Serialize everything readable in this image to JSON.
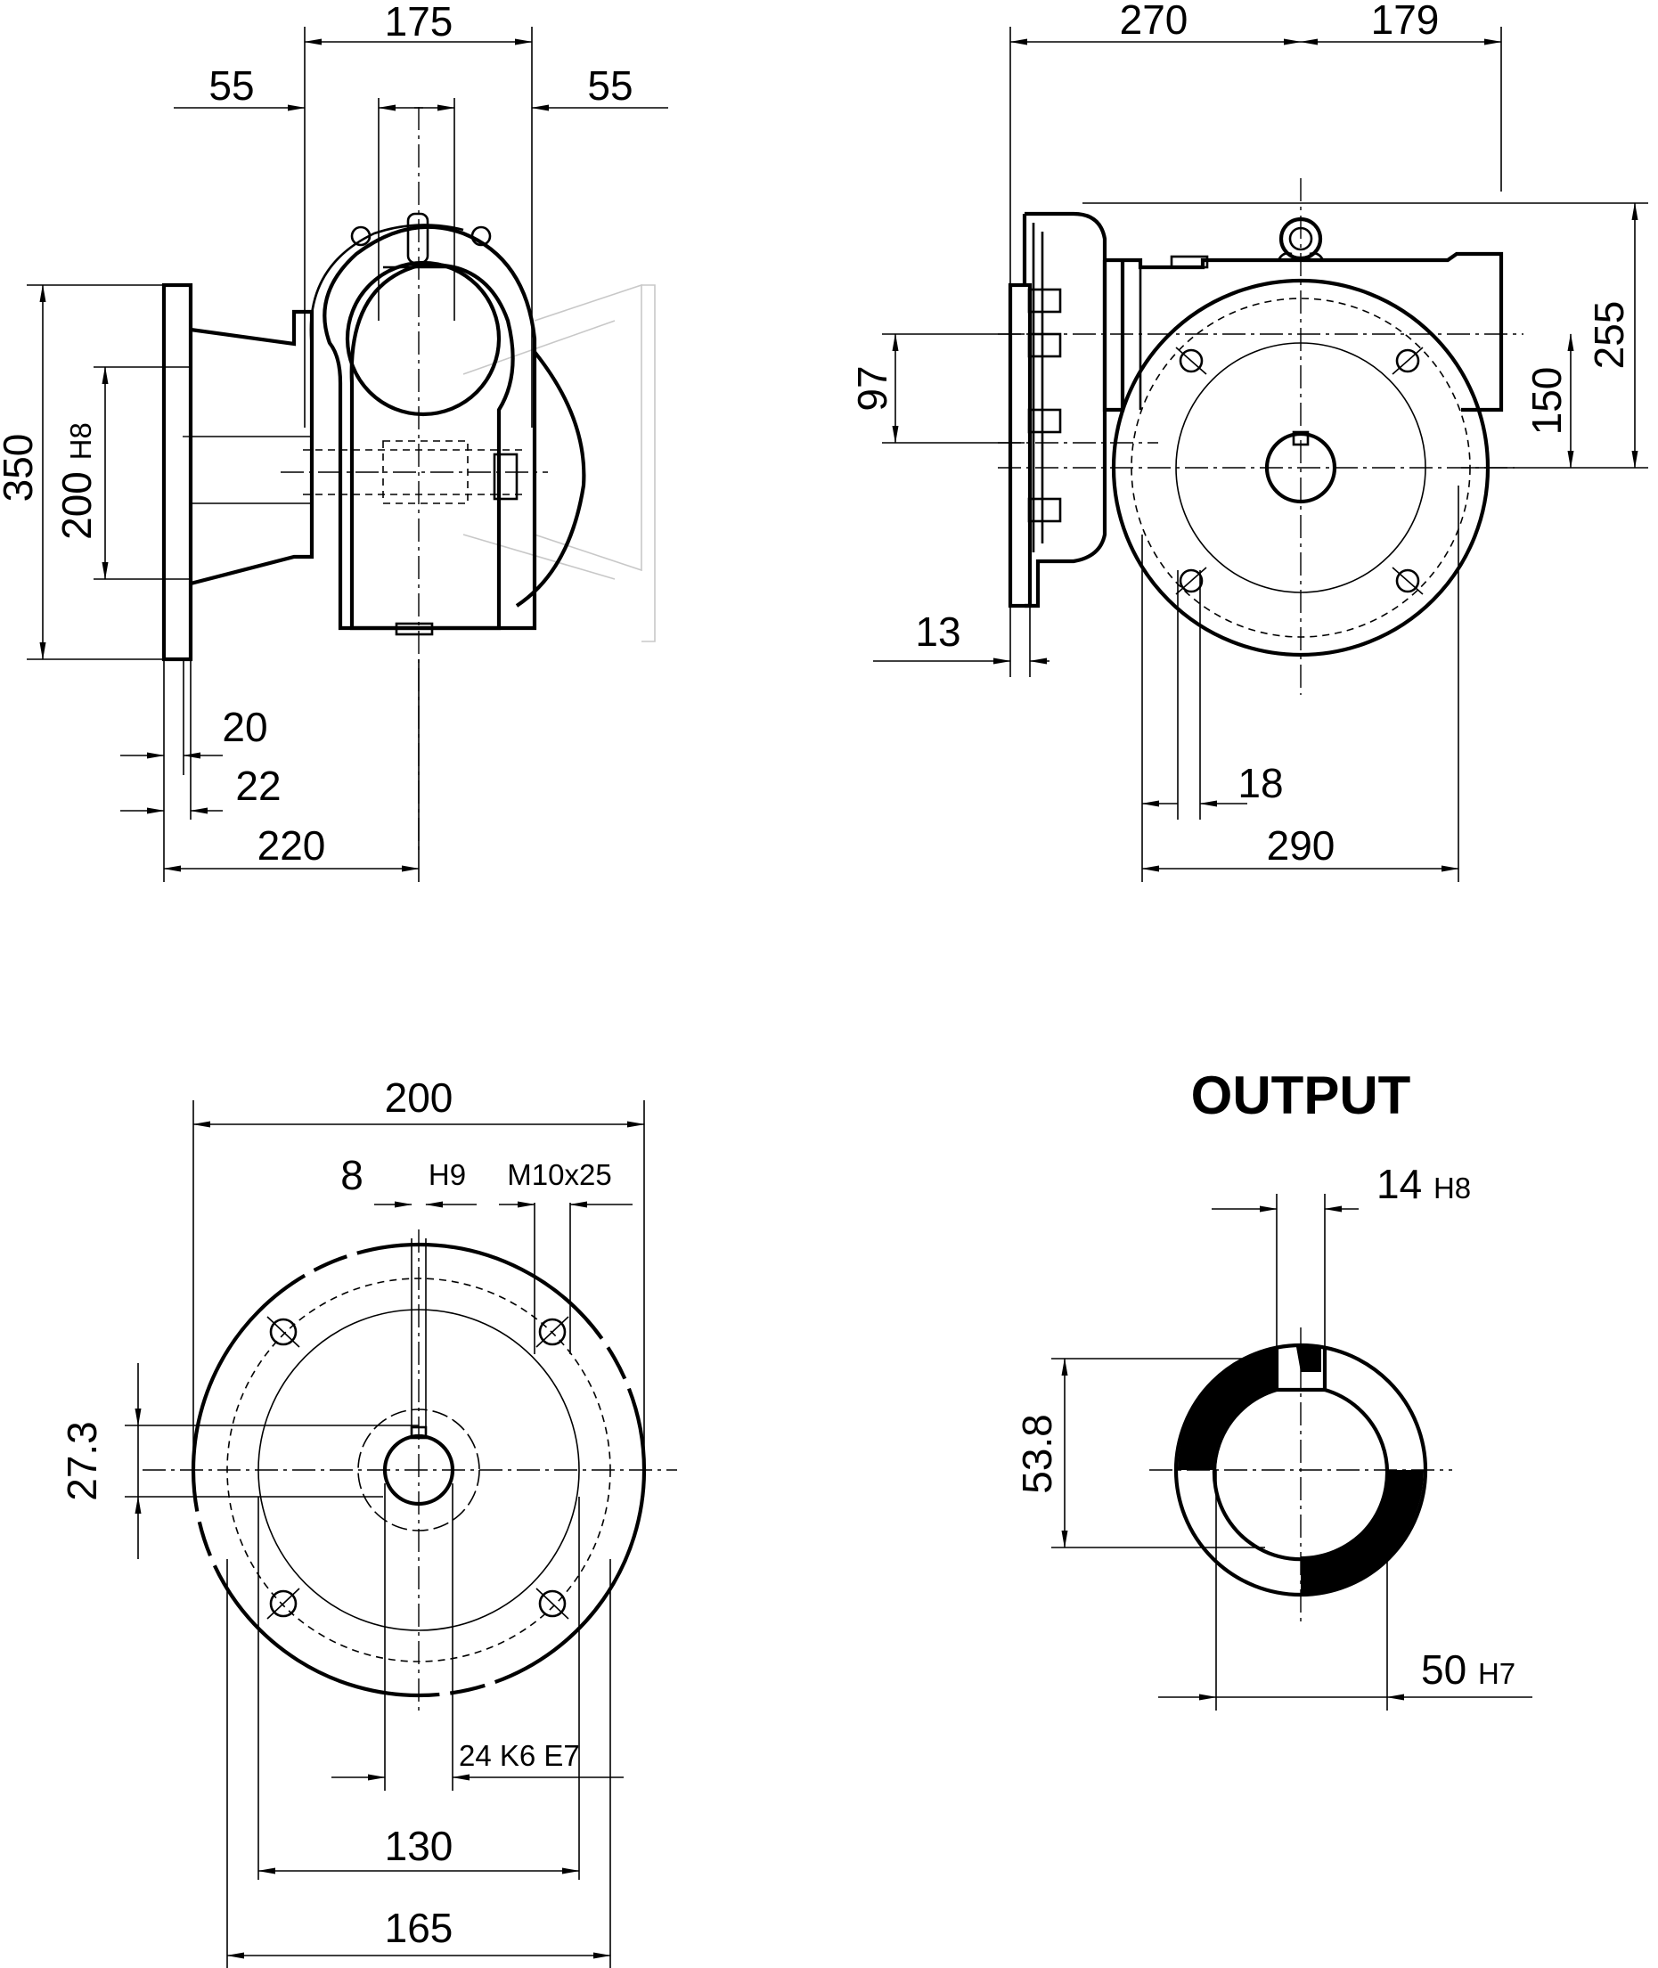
{
  "colors": {
    "line": "#000000",
    "background": "#ffffff",
    "ghost": "#c8c8c8"
  },
  "side_view": {
    "dim_175": "175",
    "dim_55_left": "55",
    "dim_55_right": "55",
    "dim_350": "350",
    "dim_200": "200",
    "dim_200_tol": "H8",
    "dim_20": "20",
    "dim_22": "22",
    "dim_220": "220"
  },
  "front_view": {
    "dim_270": "270",
    "dim_179": "179",
    "dim_97": "97",
    "dim_255": "255",
    "dim_150": "150",
    "dim_13": "13",
    "dim_18": "18",
    "dim_290": "290"
  },
  "flange_view": {
    "dim_200": "200",
    "dim_8": "8",
    "dim_8_tol": "H9",
    "thread_label": "M10x25",
    "dim_27_3": "27.3",
    "shaft_label": "24 K6",
    "shaft_tol": "E7",
    "dim_130": "130",
    "dim_165": "165"
  },
  "output_view": {
    "title": "OUTPUT",
    "dim_14": "14",
    "dim_14_tol": "H8",
    "dim_53_8": "53.8",
    "dim_50": "50",
    "dim_50_tol": "H7"
  }
}
